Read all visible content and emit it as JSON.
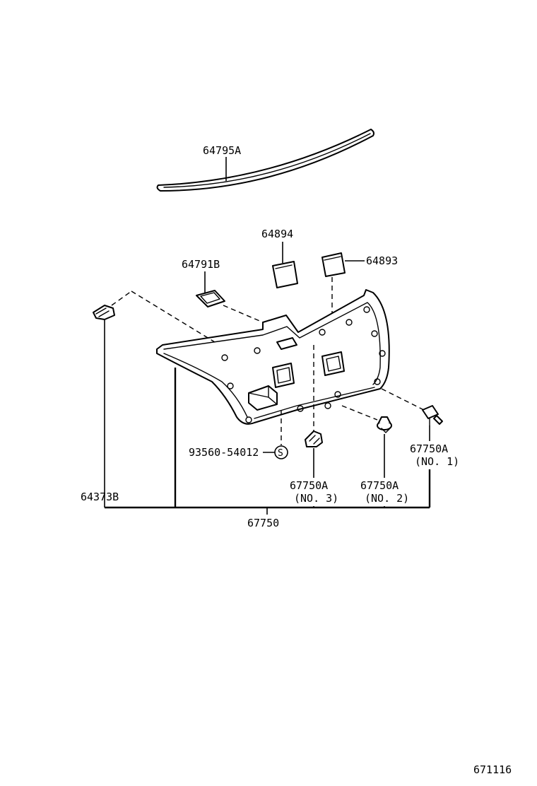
{
  "diagram": {
    "labels": {
      "molding": "64795A",
      "cover_upper": "64894",
      "cover_side": "64893",
      "pad": "64791B",
      "clip_left": "64373B",
      "screw": "93560-54012",
      "screw_mark": "S",
      "assembly": "67750",
      "clip_no3_part": "67750A",
      "clip_no3_note": "(NO. 3)",
      "clip_no2_part": "67750A",
      "clip_no2_note": "(NO. 2)",
      "clip_no1_part": "67750A",
      "clip_no1_note": "(NO. 1)"
    },
    "figure_number": "671116"
  }
}
